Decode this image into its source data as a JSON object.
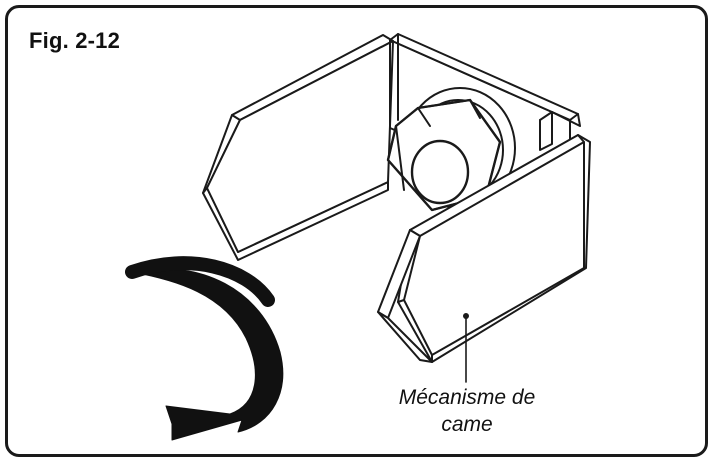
{
  "figure": {
    "label": "Fig. 2-12"
  },
  "callout": {
    "line1": "Mécanisme de",
    "line2": "came"
  },
  "colors": {
    "stroke": "#1a1a1a",
    "fill": "#ffffff",
    "arrow": "#111111"
  },
  "icons": {
    "rotation": "curved-arrow-icon"
  }
}
